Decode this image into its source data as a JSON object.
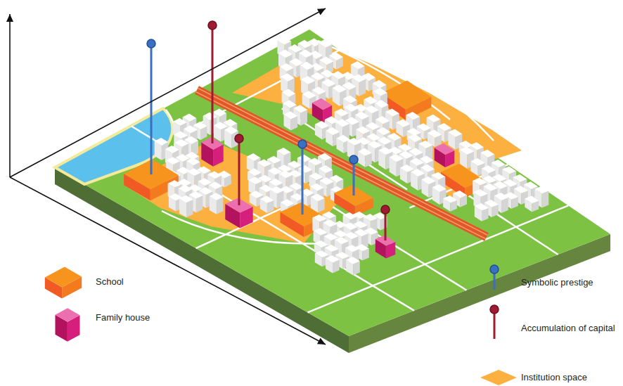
{
  "diagram": {
    "legend": [
      {
        "text": "School"
      },
      {
        "text": "Family house"
      },
      {
        "text": "Symbolic prestige"
      },
      {
        "text": "Accumulation of capital"
      },
      {
        "text": "Institution space",
        "color": "#fbb040"
      }
    ]
  }
}
